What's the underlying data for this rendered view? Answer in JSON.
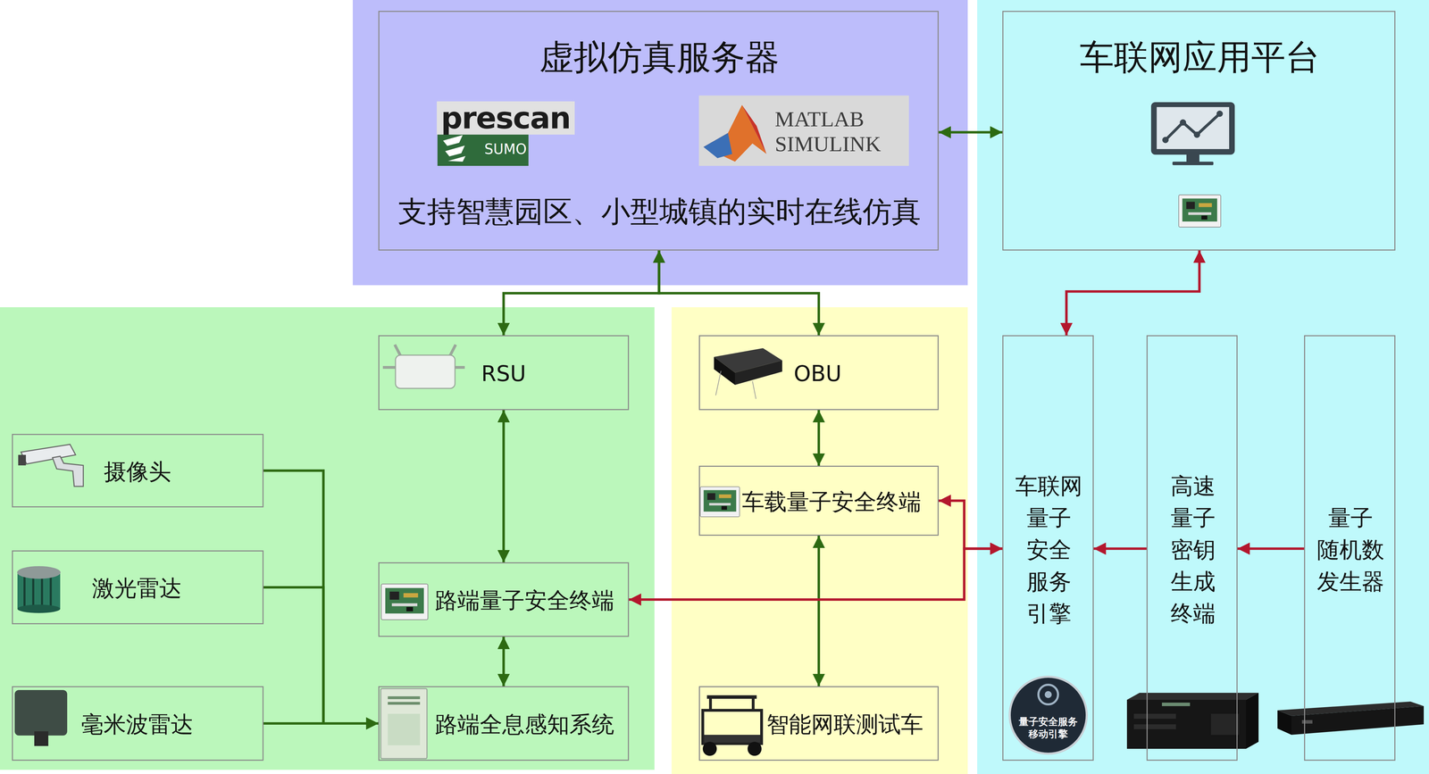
{
  "diagram": {
    "nodes": [
      {
        "text": [
          "虚拟仿真服务器",
          "prescan",
          "SUMO",
          "MATLAB SIMULINK",
          "支持智慧园区、小型城镇的实时在线仿真"
        ]
      },
      {
        "text": [
          "车联网应用平台"
        ]
      },
      {
        "text": [
          "RSU"
        ]
      },
      {
        "text": [
          "OBU"
        ]
      },
      {
        "text": [
          "摄像头"
        ]
      },
      {
        "text": [
          "激光雷达"
        ]
      },
      {
        "text": [
          "毫米波雷达"
        ]
      },
      {
        "text": [
          "路端量子安全终端"
        ]
      },
      {
        "text": [
          "路端全息感知系统"
        ]
      },
      {
        "text": [
          "车载量子安全终端"
        ]
      },
      {
        "text": [
          "智能网联测试车"
        ]
      },
      {
        "text": [
          "车联网 量子 安全 服务 引擎"
        ]
      },
      {
        "text": [
          "高速 量子 密钥 生成 终端"
        ]
      },
      {
        "text": [
          "量子 随机数 发生器"
        ]
      }
    ],
    "edges": [
      {
        "from": 0,
        "to": 1,
        "arrow": "both"
      },
      {
        "from": 2,
        "to": 0,
        "arrow": "both"
      },
      {
        "from": 3,
        "to": 0,
        "arrow": "both"
      },
      {
        "from": 2,
        "to": 7,
        "arrow": "both"
      },
      {
        "from": 7,
        "to": 8,
        "arrow": "both"
      },
      {
        "from": 4,
        "to": 8,
        "arrow": "to"
      },
      {
        "from": 5,
        "to": 8,
        "arrow": "to"
      },
      {
        "from": 6,
        "to": 8,
        "arrow": "to"
      },
      {
        "from": 3,
        "to": 9,
        "arrow": "both"
      },
      {
        "from": 9,
        "to": 10,
        "arrow": "both"
      },
      {
        "from": 11,
        "to": 9,
        "arrow": "both"
      },
      {
        "from": 11,
        "to": 7,
        "arrow": "both"
      },
      {
        "from": 12,
        "to": 11,
        "arrow": "to"
      },
      {
        "from": 13,
        "to": 12,
        "arrow": "to"
      },
      {
        "from": 11,
        "to": 1,
        "arrow": "both"
      }
    ],
    "labels": [
      "量子安全服务 移动引擎"
    ]
  }
}
